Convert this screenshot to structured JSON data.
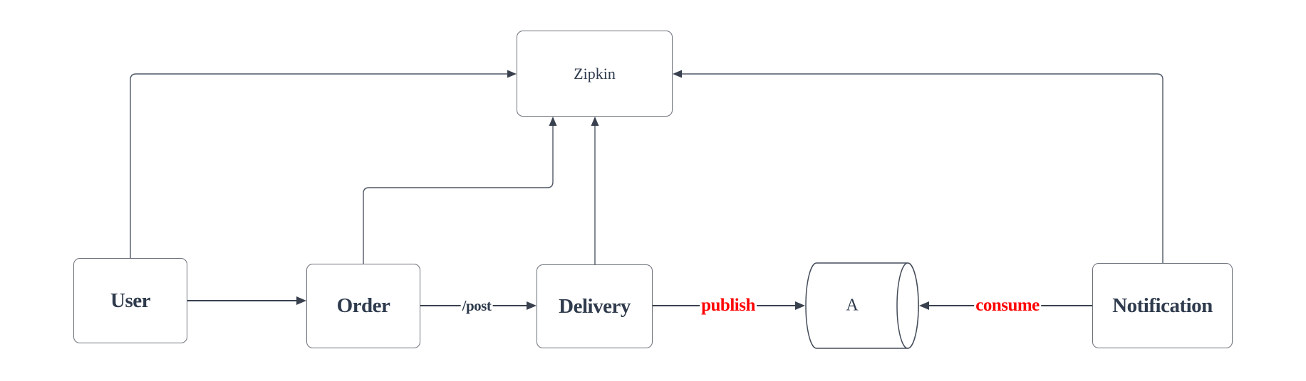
{
  "diagram": {
    "type": "flowchart",
    "background": "#ffffff",
    "colors": {
      "node_border": "#6b7079",
      "node_fill": "#ffffff",
      "node_text": "#2f3b4d",
      "edge_thin": "#4f5765",
      "edge_thick": "#39414f",
      "edge_label_dark": "#2f3b4d",
      "edge_label_red": "#ff0000"
    },
    "nodes": [
      {
        "id": "zipkin",
        "label": "Zipkin",
        "shape": "rectangle"
      },
      {
        "id": "user",
        "label": "User",
        "shape": "rectangle"
      },
      {
        "id": "order",
        "label": "Order",
        "shape": "rectangle"
      },
      {
        "id": "delivery",
        "label": "Delivery",
        "shape": "rectangle"
      },
      {
        "id": "queue",
        "label": "A",
        "shape": "cylinder"
      },
      {
        "id": "notification",
        "label": "Notification",
        "shape": "rectangle"
      }
    ],
    "edges": [
      {
        "from": "User",
        "to": "Order",
        "label": "",
        "label_color": ""
      },
      {
        "from": "Order",
        "to": "Delivery",
        "label": "/post",
        "label_color": "#2f3b4d"
      },
      {
        "from": "Delivery",
        "to": "A",
        "label": "publish",
        "label_color": "#ff0000"
      },
      {
        "from": "Notification",
        "to": "A",
        "label": "consume",
        "label_color": "#ff0000"
      },
      {
        "from": "User",
        "to": "Zipkin",
        "label": "",
        "label_color": ""
      },
      {
        "from": "Order",
        "to": "Zipkin",
        "label": "",
        "label_color": ""
      },
      {
        "from": "Delivery",
        "to": "Zipkin",
        "label": "",
        "label_color": ""
      },
      {
        "from": "Notification",
        "to": "Zipkin",
        "label": "",
        "label_color": ""
      }
    ]
  }
}
